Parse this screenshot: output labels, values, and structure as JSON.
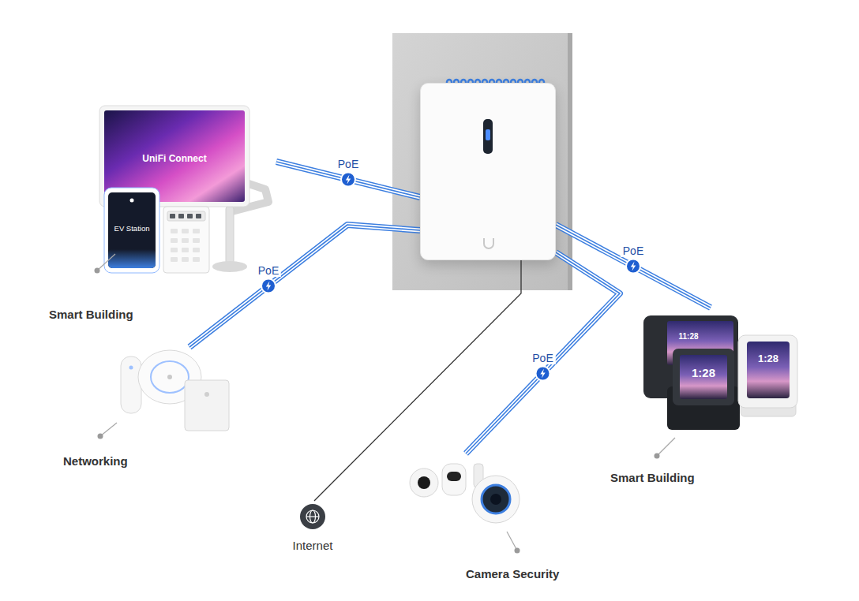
{
  "diagram": {
    "nodes": [
      {
        "text": []
      },
      {
        "text": [
          "Smart Building"
        ]
      },
      {
        "text": [
          "Networking"
        ]
      },
      {
        "text": [
          "Internet"
        ]
      },
      {
        "text": [
          "Camera Security"
        ]
      },
      {
        "text": [
          "Smart Building"
        ]
      }
    ],
    "edges": [
      {
        "from": 0,
        "to": 1,
        "label": "PoE",
        "arrow": "none"
      },
      {
        "from": 0,
        "to": 2,
        "label": "PoE",
        "arrow": "none"
      },
      {
        "from": 0,
        "to": 3,
        "arrow": "none"
      },
      {
        "from": 0,
        "to": 4,
        "label": "PoE",
        "arrow": "none"
      },
      {
        "from": 0,
        "to": 5,
        "label": "PoE",
        "arrow": "none"
      }
    ],
    "labels": [
      "UniFi Connect",
      "EV Station",
      "11:28",
      "1:28",
      "1:28"
    ]
  }
}
